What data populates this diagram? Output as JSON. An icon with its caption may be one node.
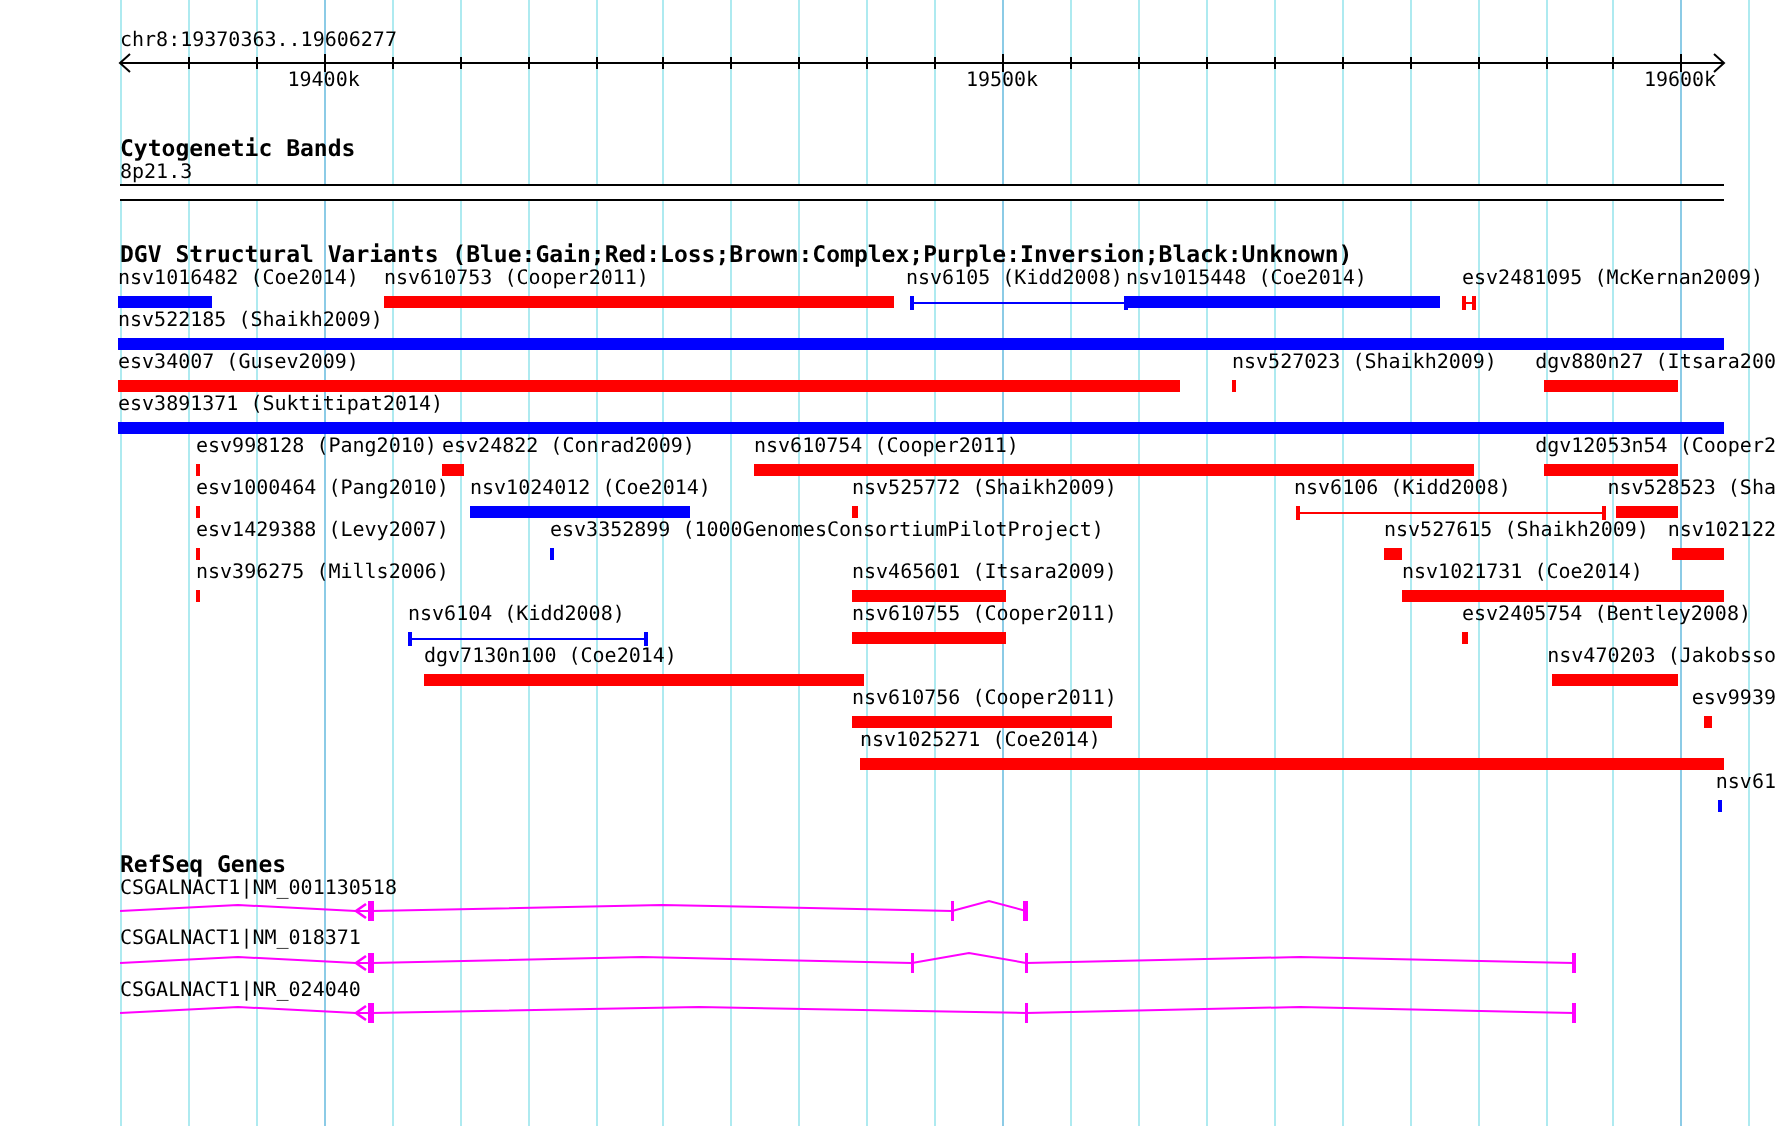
{
  "diagram": {
    "nodes": [
      {
        "text": [
          "8p21.3"
        ]
      },
      {
        "text": [
          "nsv1016482 (Coe2014)"
        ]
      },
      {
        "text": [
          "nsv610753 (Cooper2011)"
        ]
      },
      {
        "text": [
          "nsv6105 (Kidd2008)"
        ]
      },
      {
        "text": [
          "nsv1015448 (Coe2014)"
        ]
      },
      {
        "text": [
          "esv2481095 (McKernan2009)"
        ]
      },
      {
        "text": [
          "nsv522185 (Shaikh2009)"
        ]
      },
      {
        "text": [
          "esv34007 (Gusev2009)"
        ]
      },
      {
        "text": [
          "nsv527023 (Shaikh2009)"
        ]
      },
      {
        "text": [
          "dgv880n27 (Itsara200"
        ]
      },
      {
        "text": [
          "esv3891371 (Suktitipat2014)"
        ]
      },
      {
        "text": [
          "esv998128 (Pang2010)"
        ]
      },
      {
        "text": [
          "esv24822 (Conrad2009)"
        ]
      },
      {
        "text": [
          "nsv610754 (Cooper2011)"
        ]
      },
      {
        "text": [
          "dgv12053n54 (Cooper2"
        ]
      },
      {
        "text": [
          "esv1000464 (Pang2010)"
        ]
      },
      {
        "text": [
          "nsv1024012 (Coe2014)"
        ]
      },
      {
        "text": [
          "nsv525772 (Shaikh2009)"
        ]
      },
      {
        "text": [
          "nsv6106 (Kidd2008)"
        ]
      },
      {
        "text": [
          "nsv528523 (Sha"
        ]
      },
      {
        "text": [
          "esv1429388 (Levy2007)"
        ]
      },
      {
        "text": [
          "esv3352899 (1000GenomesConsortiumPilotProject)"
        ]
      },
      {
        "text": [
          "nsv527615 (Shaikh2009)"
        ]
      },
      {
        "text": [
          "nsv102122"
        ]
      },
      {
        "text": [
          "nsv396275 (Mills2006)"
        ]
      },
      {
        "text": [
          "nsv465601 (Itsara2009)"
        ]
      },
      {
        "text": [
          "nsv1021731 (Coe2014)"
        ]
      },
      {
        "text": [
          "nsv6104 (Kidd2008)"
        ]
      },
      {
        "text": [
          "nsv610755 (Cooper2011)"
        ]
      },
      {
        "text": [
          "esv2405754 (Bentley2008)"
        ]
      },
      {
        "text": [
          "dgv7130n100 (Coe2014)"
        ]
      },
      {
        "text": [
          "nsv470203 (Jakobsso"
        ]
      },
      {
        "text": [
          "nsv610756 (Cooper2011)"
        ]
      },
      {
        "text": [
          "esv9939"
        ]
      },
      {
        "text": [
          "nsv1025271 (Coe2014)"
        ]
      },
      {
        "text": [
          "nsv61"
        ]
      },
      {
        "text": [
          "CSGALNACT1|NM_001130518"
        ]
      },
      {
        "text": [
          "CSGALNACT1|NM_018371"
        ]
      },
      {
        "text": [
          "CSGALNACT1|NR_024040"
        ]
      }
    ],
    "labels": [
      "chr8:19370363..19606277",
      "19400k",
      "19500k",
      "19600k",
      "Cytogenetic Bands",
      "DGV Structural Variants (Blue:Gain;Red:Loss;Brown:Complex;Purple:Inversion;Black:Unknown)",
      "RefSeq Genes"
    ]
  }
}
